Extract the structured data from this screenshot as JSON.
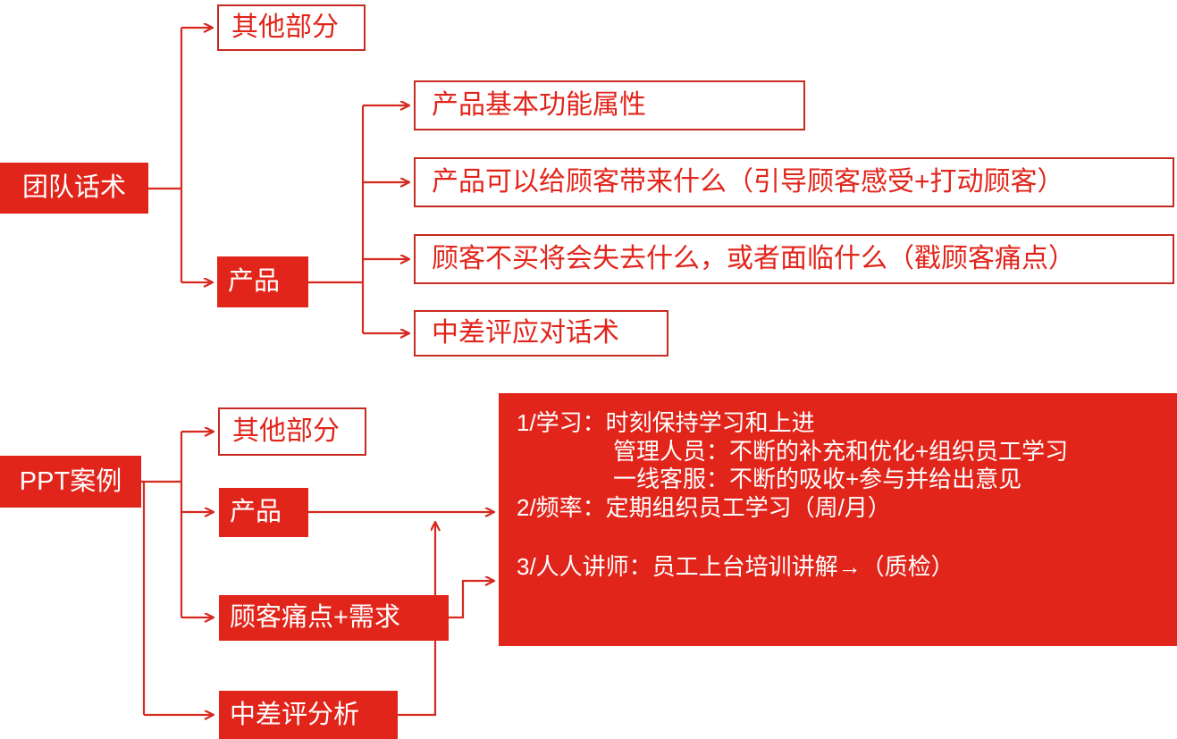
{
  "colors": {
    "brand_red": "#E1251B",
    "border_red": "#C62B22",
    "white": "#FFFFFF"
  },
  "diagram": {
    "type": "flowchart",
    "title_text": "",
    "sections": [
      {
        "id": "team-script",
        "root": {
          "label": "团队话术",
          "style": "solid"
        },
        "children": [
          {
            "label": "其他部分",
            "style": "outline",
            "children": []
          },
          {
            "label": "产品",
            "style": "solid",
            "children": [
              {
                "label": "产品基本功能属性",
                "style": "outline"
              },
              {
                "label": "产品可以给顾客带来什么（引导顾客感受+打动顾客）",
                "style": "outline"
              },
              {
                "label": "顾客不买将会失去什么，或者面临什么（戳顾客痛点）",
                "style": "outline"
              },
              {
                "label": "中差评应对话术",
                "style": "outline"
              }
            ]
          }
        ]
      },
      {
        "id": "ppt-case",
        "root": {
          "label": "PPT案例",
          "style": "solid"
        },
        "children": [
          {
            "label": "其他部分",
            "style": "outline"
          },
          {
            "label": "产品",
            "style": "solid"
          },
          {
            "label": "顾客痛点+需求",
            "style": "solid"
          },
          {
            "label": "中差评分析",
            "style": "solid"
          }
        ],
        "detail_panel": {
          "style": "solid",
          "lines": [
            {
              "text": "1/学习：时刻保持学习和上进",
              "indent": false
            },
            {
              "text": "管理人员：不断的补充和优化+组织员工学习",
              "indent": true
            },
            {
              "text": "一线客服：不断的吸收+参与并给出意见",
              "indent": true
            },
            {
              "text": "2/频率：定期组织员工学习（周/月）",
              "indent": false
            },
            {
              "text": "3/人人讲师：员工上台培训讲解→（质检）",
              "indent": false
            }
          ]
        }
      }
    ]
  }
}
